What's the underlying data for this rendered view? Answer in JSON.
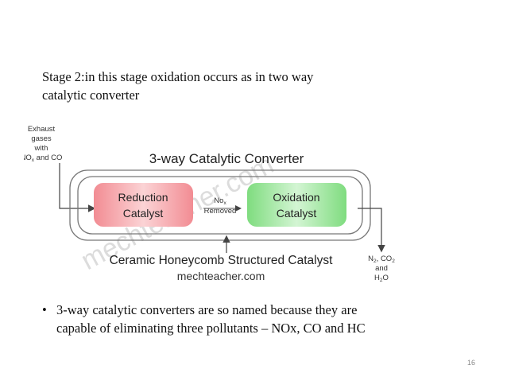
{
  "slide": {
    "stage_line1": "Stage 2:in this stage oxidation occurs as in two way",
    "stage_line2": "catalytic converter",
    "bullet_symbol": "•",
    "bullet_line1": "3-way catalytic converters are so named because they are",
    "bullet_line2": "capable of eliminating three pollutants – NOx, CO and HC",
    "page_number": "16"
  },
  "diagram": {
    "input_line1": "Exhaust",
    "input_line2": "gases",
    "input_line3": "with",
    "input_line4_a": "NO",
    "input_line4_sub": "x",
    "input_line4_b": " and CO",
    "title": "3-way Catalytic Converter",
    "reduction_line1": "Reduction",
    "reduction_line2": "Catalyst",
    "middle_a": "No",
    "middle_sub": "x",
    "middle_line2": "Removed",
    "oxidation_line1": "Oxidation",
    "oxidation_line2": "Catalyst",
    "output_line1_a": "N",
    "output_line1_sub": "2",
    "output_line1_b": ", CO",
    "output_line1_sub2": "2",
    "output_line2": "and",
    "output_line3_a": "H",
    "output_line3_sub": "2",
    "output_line3_b": "O",
    "bottom_label": "Ceramic Honeycomb Structured Catalyst",
    "site_label": "mechteacher.com",
    "watermark": "mechteacher.com",
    "colors": {
      "reduction_fill": "#f4a3a8",
      "reduction_light": "#fbd3d5",
      "oxidation_fill": "#8fe08f",
      "oxidation_light": "#c8f2c8",
      "outline": "#666666",
      "watermark": "#d9d9d9"
    }
  }
}
